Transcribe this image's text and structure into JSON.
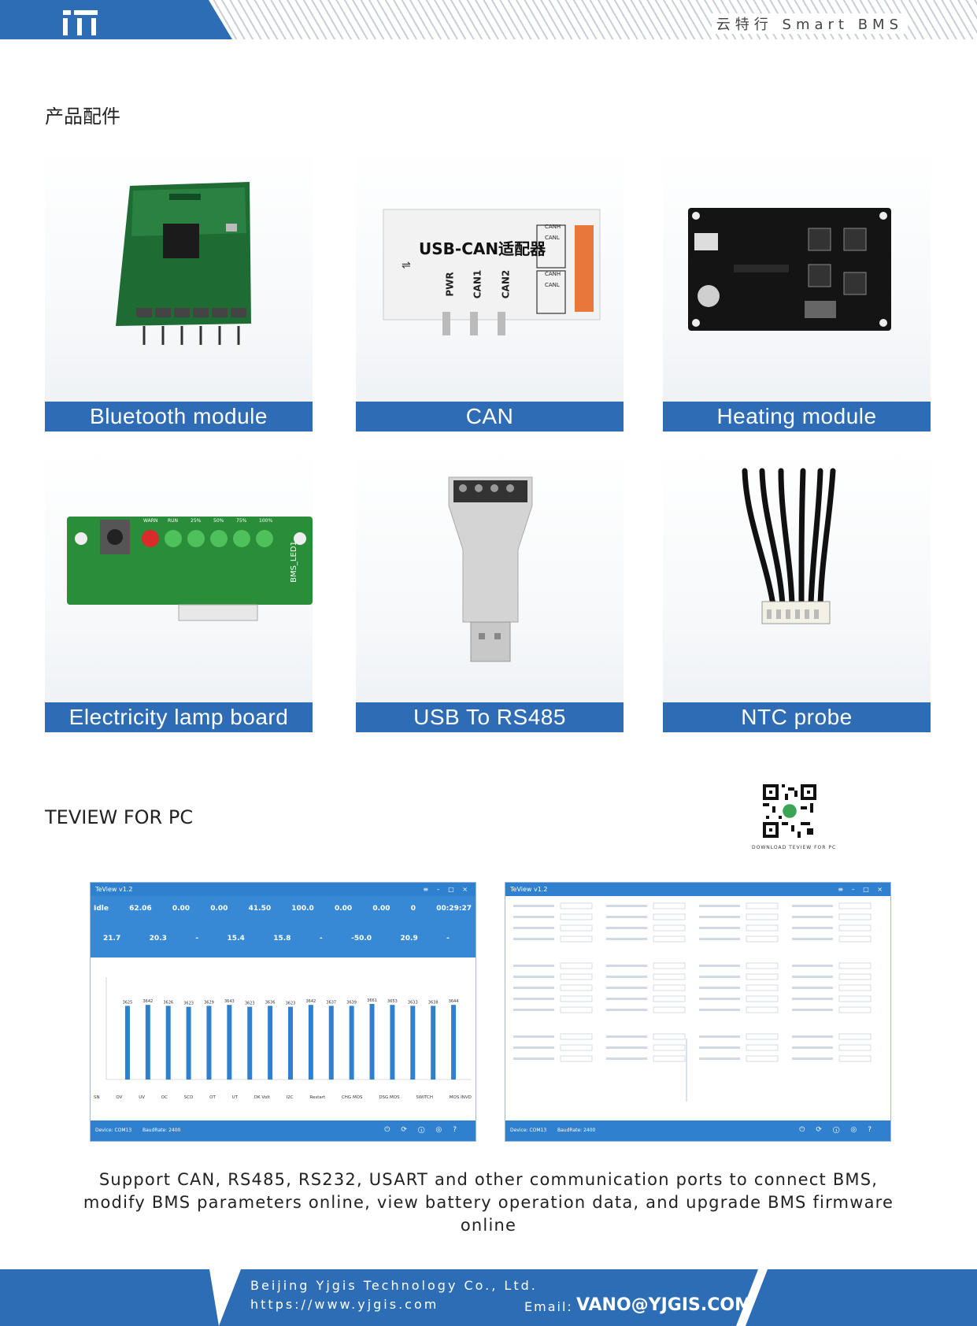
{
  "header": {
    "brand": "云特行 Smart BMS"
  },
  "accessories": {
    "title": "产品配件",
    "items": [
      {
        "label": "Bluetooth module"
      },
      {
        "label": "CAN"
      },
      {
        "label": "Heating module"
      },
      {
        "label": "Electricity lamp board"
      },
      {
        "label": "USB To RS485"
      },
      {
        "label": "NTC probe"
      }
    ],
    "can_adapter": {
      "title": "USB-CAN适配器",
      "ports": [
        "PWR",
        "CAN1",
        "CAN2"
      ],
      "pins": [
        "CANH",
        "CANL",
        "CANH",
        "CANL"
      ]
    },
    "lamp_board": {
      "leds": [
        "WARN",
        "RUN",
        "25%",
        "50%",
        "75%",
        "100%"
      ],
      "silk": "BMS_LED1"
    }
  },
  "teview": {
    "title": "TEVIEW FOR PC",
    "qr_caption": "DOWNLOAD TEVIEW FOR PC",
    "window_title": "TeView  v1.2",
    "left_window": {
      "top_values": [
        "Idle",
        "62.06",
        "0.00",
        "0.00",
        "41.50",
        "100.0",
        "0.00",
        "0.00",
        "0",
        "00:29:27"
      ],
      "second_values": [
        "21.7",
        "20.3",
        "-",
        "15.4",
        "15.8",
        "-",
        "-50.0",
        "20.9",
        "-"
      ],
      "bar_values": [
        "3625",
        "3642",
        "3626",
        "3623",
        "3629",
        "3643",
        "3623",
        "3636",
        "3623",
        "3642",
        "3637",
        "3639",
        "3661",
        "3653",
        "3633",
        "3638",
        "3644"
      ],
      "bar_heights": [
        0.78,
        0.79,
        0.78,
        0.77,
        0.78,
        0.79,
        0.77,
        0.78,
        0.77,
        0.79,
        0.78,
        0.78,
        0.8,
        0.79,
        0.78,
        0.78,
        0.79
      ],
      "protect_labels": [
        "SN",
        "OV",
        "UV",
        "OC",
        "SCD",
        "OT",
        "UT",
        "DK Volt",
        "I2C",
        "Restart",
        "CHG MOS",
        "DSG MOS",
        "SWITCH",
        "MOS INVD"
      ]
    },
    "status": {
      "device": "Device: COM13",
      "baud": "BaudRate: 2400"
    }
  },
  "description": "Support CAN, RS485, RS232, USART and other communication ports to connect BMS, modify BMS parameters online, view battery operation data, and upgrade BMS firmware online",
  "footer": {
    "company": "Beijing Yjgis Technology Co., Ltd.",
    "website": "https://www.yjgis.com",
    "email_label": "Email:",
    "email": "VANO@YJGIS.COM"
  },
  "colors": {
    "brand_blue": "#2d6db5",
    "window_blue": "#2f80cf",
    "pcb_green": "#1f7a3a"
  }
}
